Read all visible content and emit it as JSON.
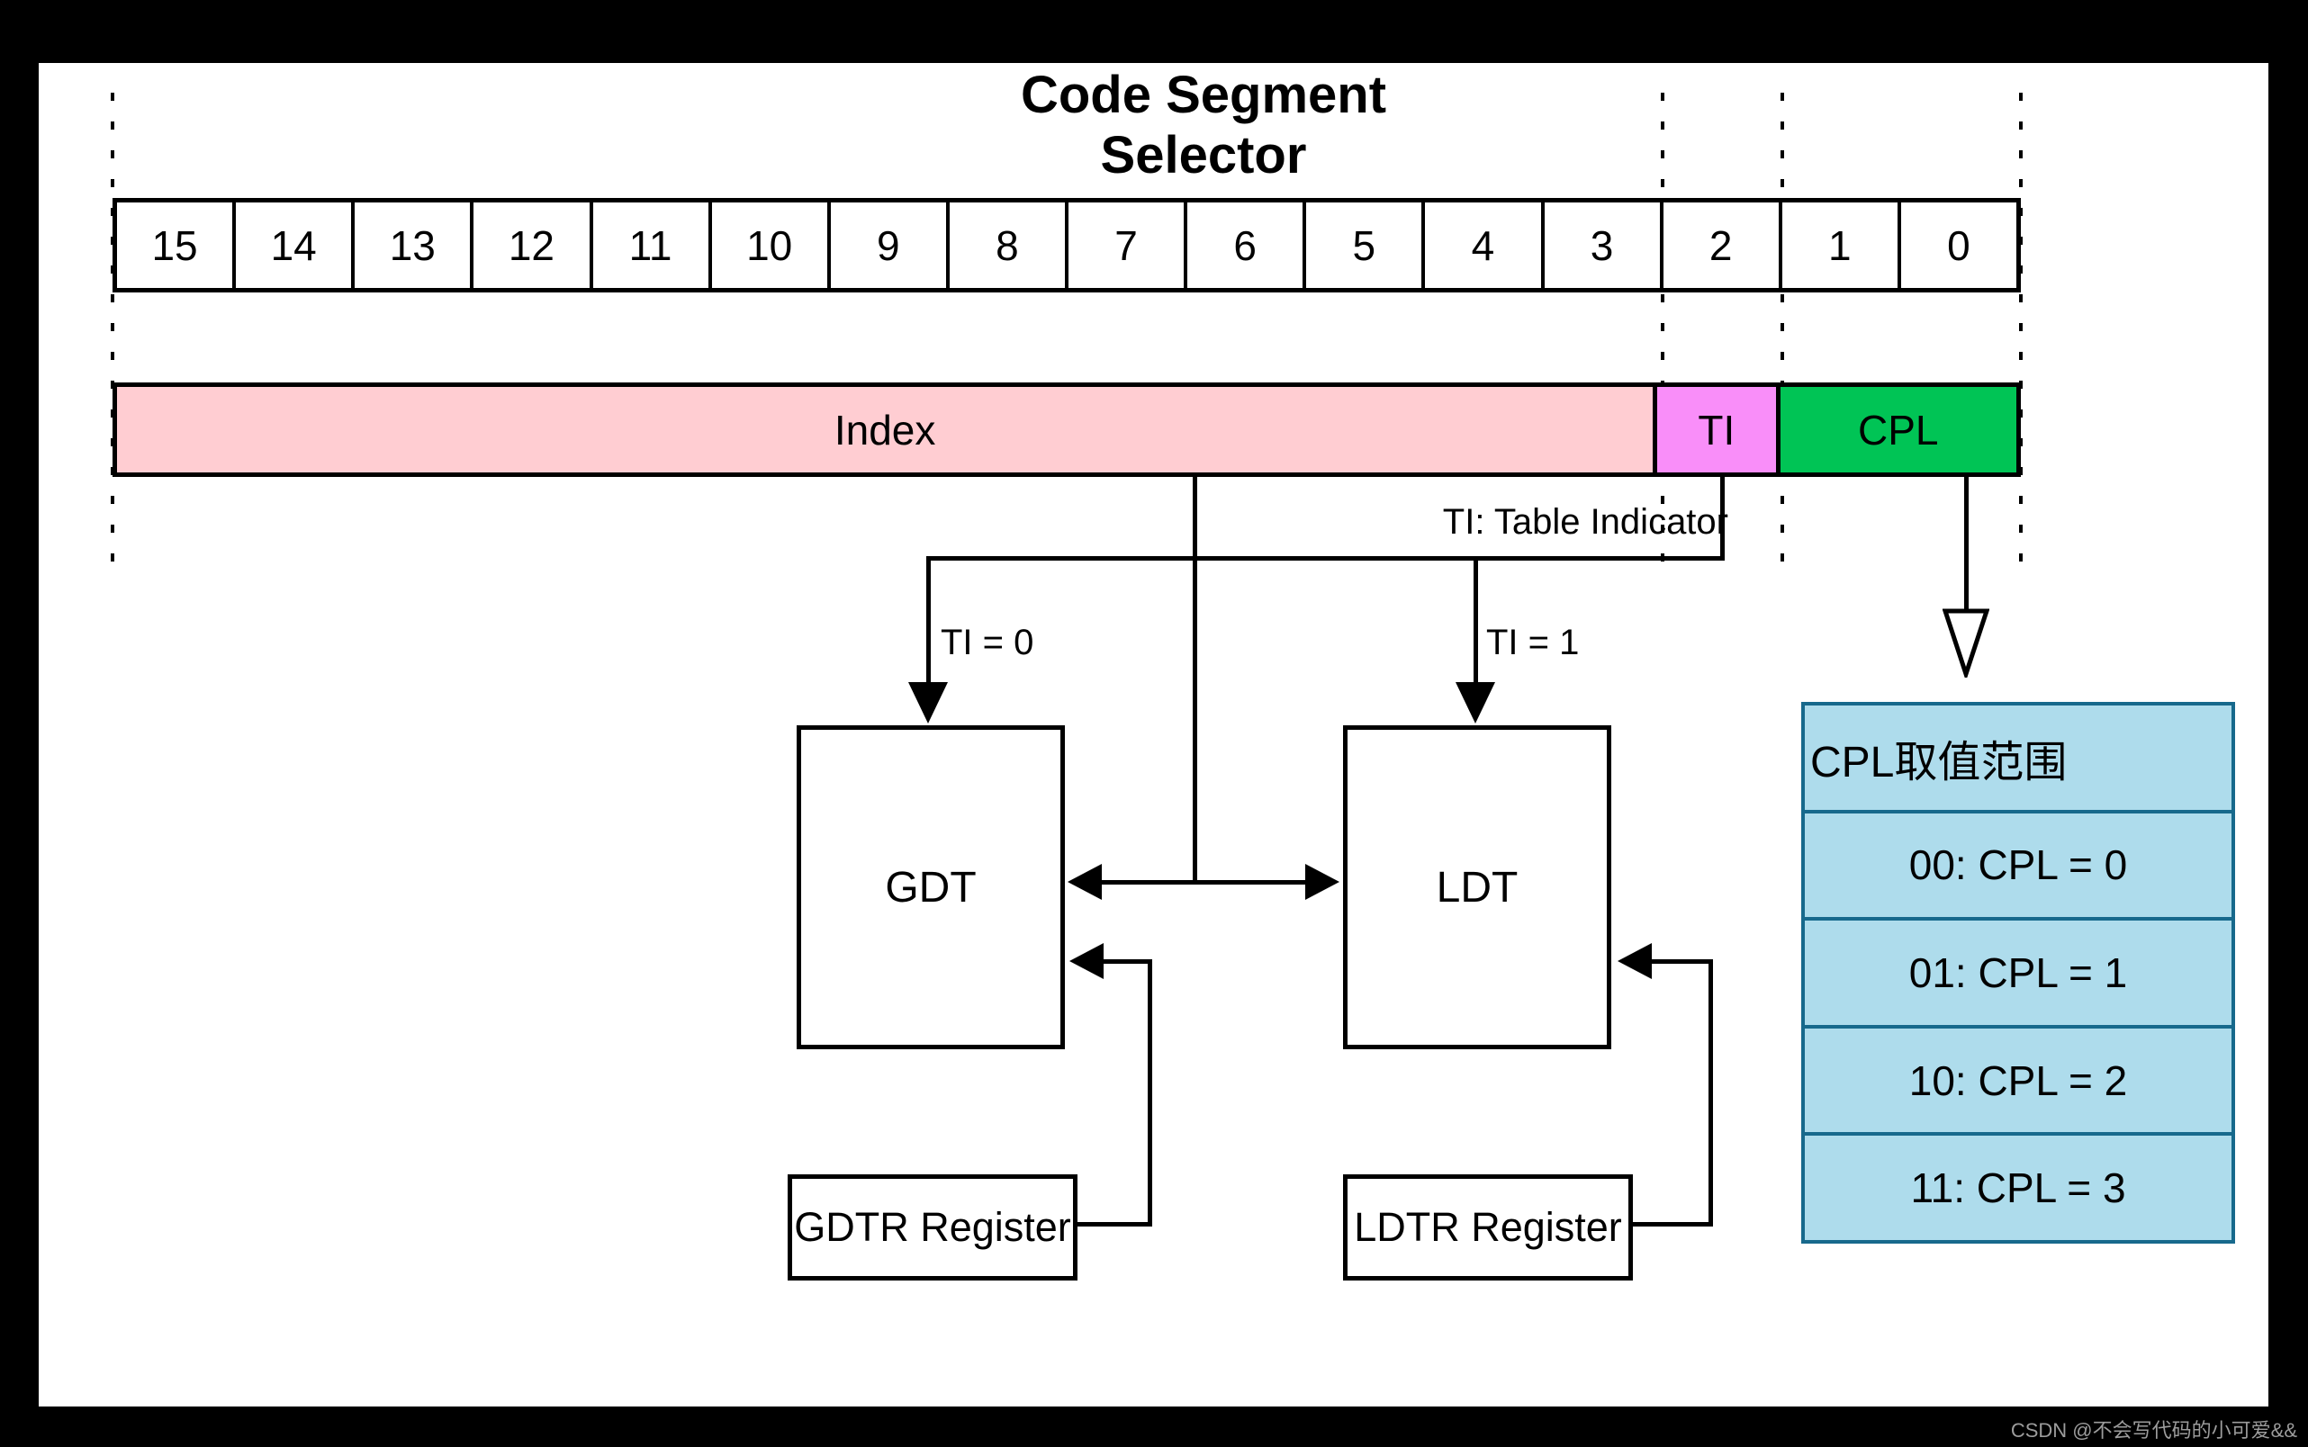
{
  "title": "Code Segment Selector",
  "bit_row": {
    "bits": [
      "15",
      "14",
      "13",
      "12",
      "11",
      "10",
      "9",
      "8",
      "7",
      "6",
      "5",
      "4",
      "3",
      "2",
      "1",
      "0"
    ]
  },
  "selector_bar": {
    "segments": [
      {
        "id": "index",
        "label": "Index",
        "color": "#FFCDD2"
      },
      {
        "id": "ti",
        "label": "TI",
        "color": "#F98EF9"
      },
      {
        "id": "cpl",
        "label": "CPL",
        "color": "#00C455"
      }
    ]
  },
  "annotations": {
    "ti_note": "TI: Table Indicator",
    "ti0": "TI = 0",
    "ti1": "TI = 1"
  },
  "boxes": {
    "gdt": "GDT",
    "ldt": "LDT",
    "gdtr": "GDTR Register",
    "ldtr": "LDTR Register"
  },
  "cpl_table": {
    "header": "CPL取值范围",
    "rows": [
      "00: CPL = 0",
      "01: CPL = 1",
      "10: CPL = 2",
      "11: CPL = 3"
    ],
    "fill_color": "#AEDCEC",
    "border_color": "#17698C"
  },
  "watermark": "CSDN @不会写代码的小可爱&&"
}
